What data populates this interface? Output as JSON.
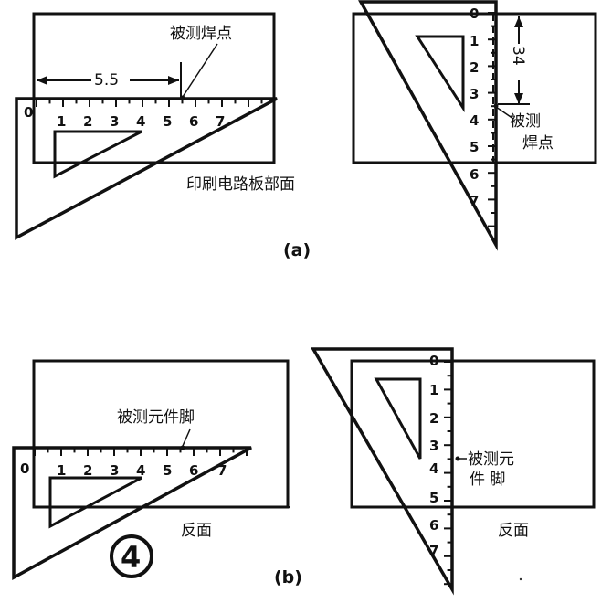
{
  "figure_a": {
    "left": {
      "dimension": "5.5",
      "callout": "被测焊点",
      "ruler_ticks": [
        "0",
        "1",
        "2",
        "3",
        "4",
        "5",
        "6",
        "7"
      ],
      "caption": "印刷电路板部面"
    },
    "right": {
      "dimension": "34",
      "callout_line1": "被测",
      "callout_line2": "焊点",
      "ruler_ticks": [
        "0",
        "1",
        "2",
        "3",
        "4",
        "5",
        "6",
        "7"
      ]
    },
    "label": "(a)"
  },
  "figure_b": {
    "left": {
      "callout": "被测元件脚",
      "ruler_ticks": [
        "0",
        "1",
        "2",
        "3",
        "4",
        "5",
        "6",
        "7"
      ],
      "caption": "反面"
    },
    "right": {
      "callout_line1": "被测元",
      "callout_line2": "件 脚",
      "ruler_ticks": [
        "0",
        "1",
        "2",
        "3",
        "4",
        "5",
        "6",
        "7"
      ],
      "caption": "反面"
    },
    "label": "(b)",
    "badge": "4"
  }
}
